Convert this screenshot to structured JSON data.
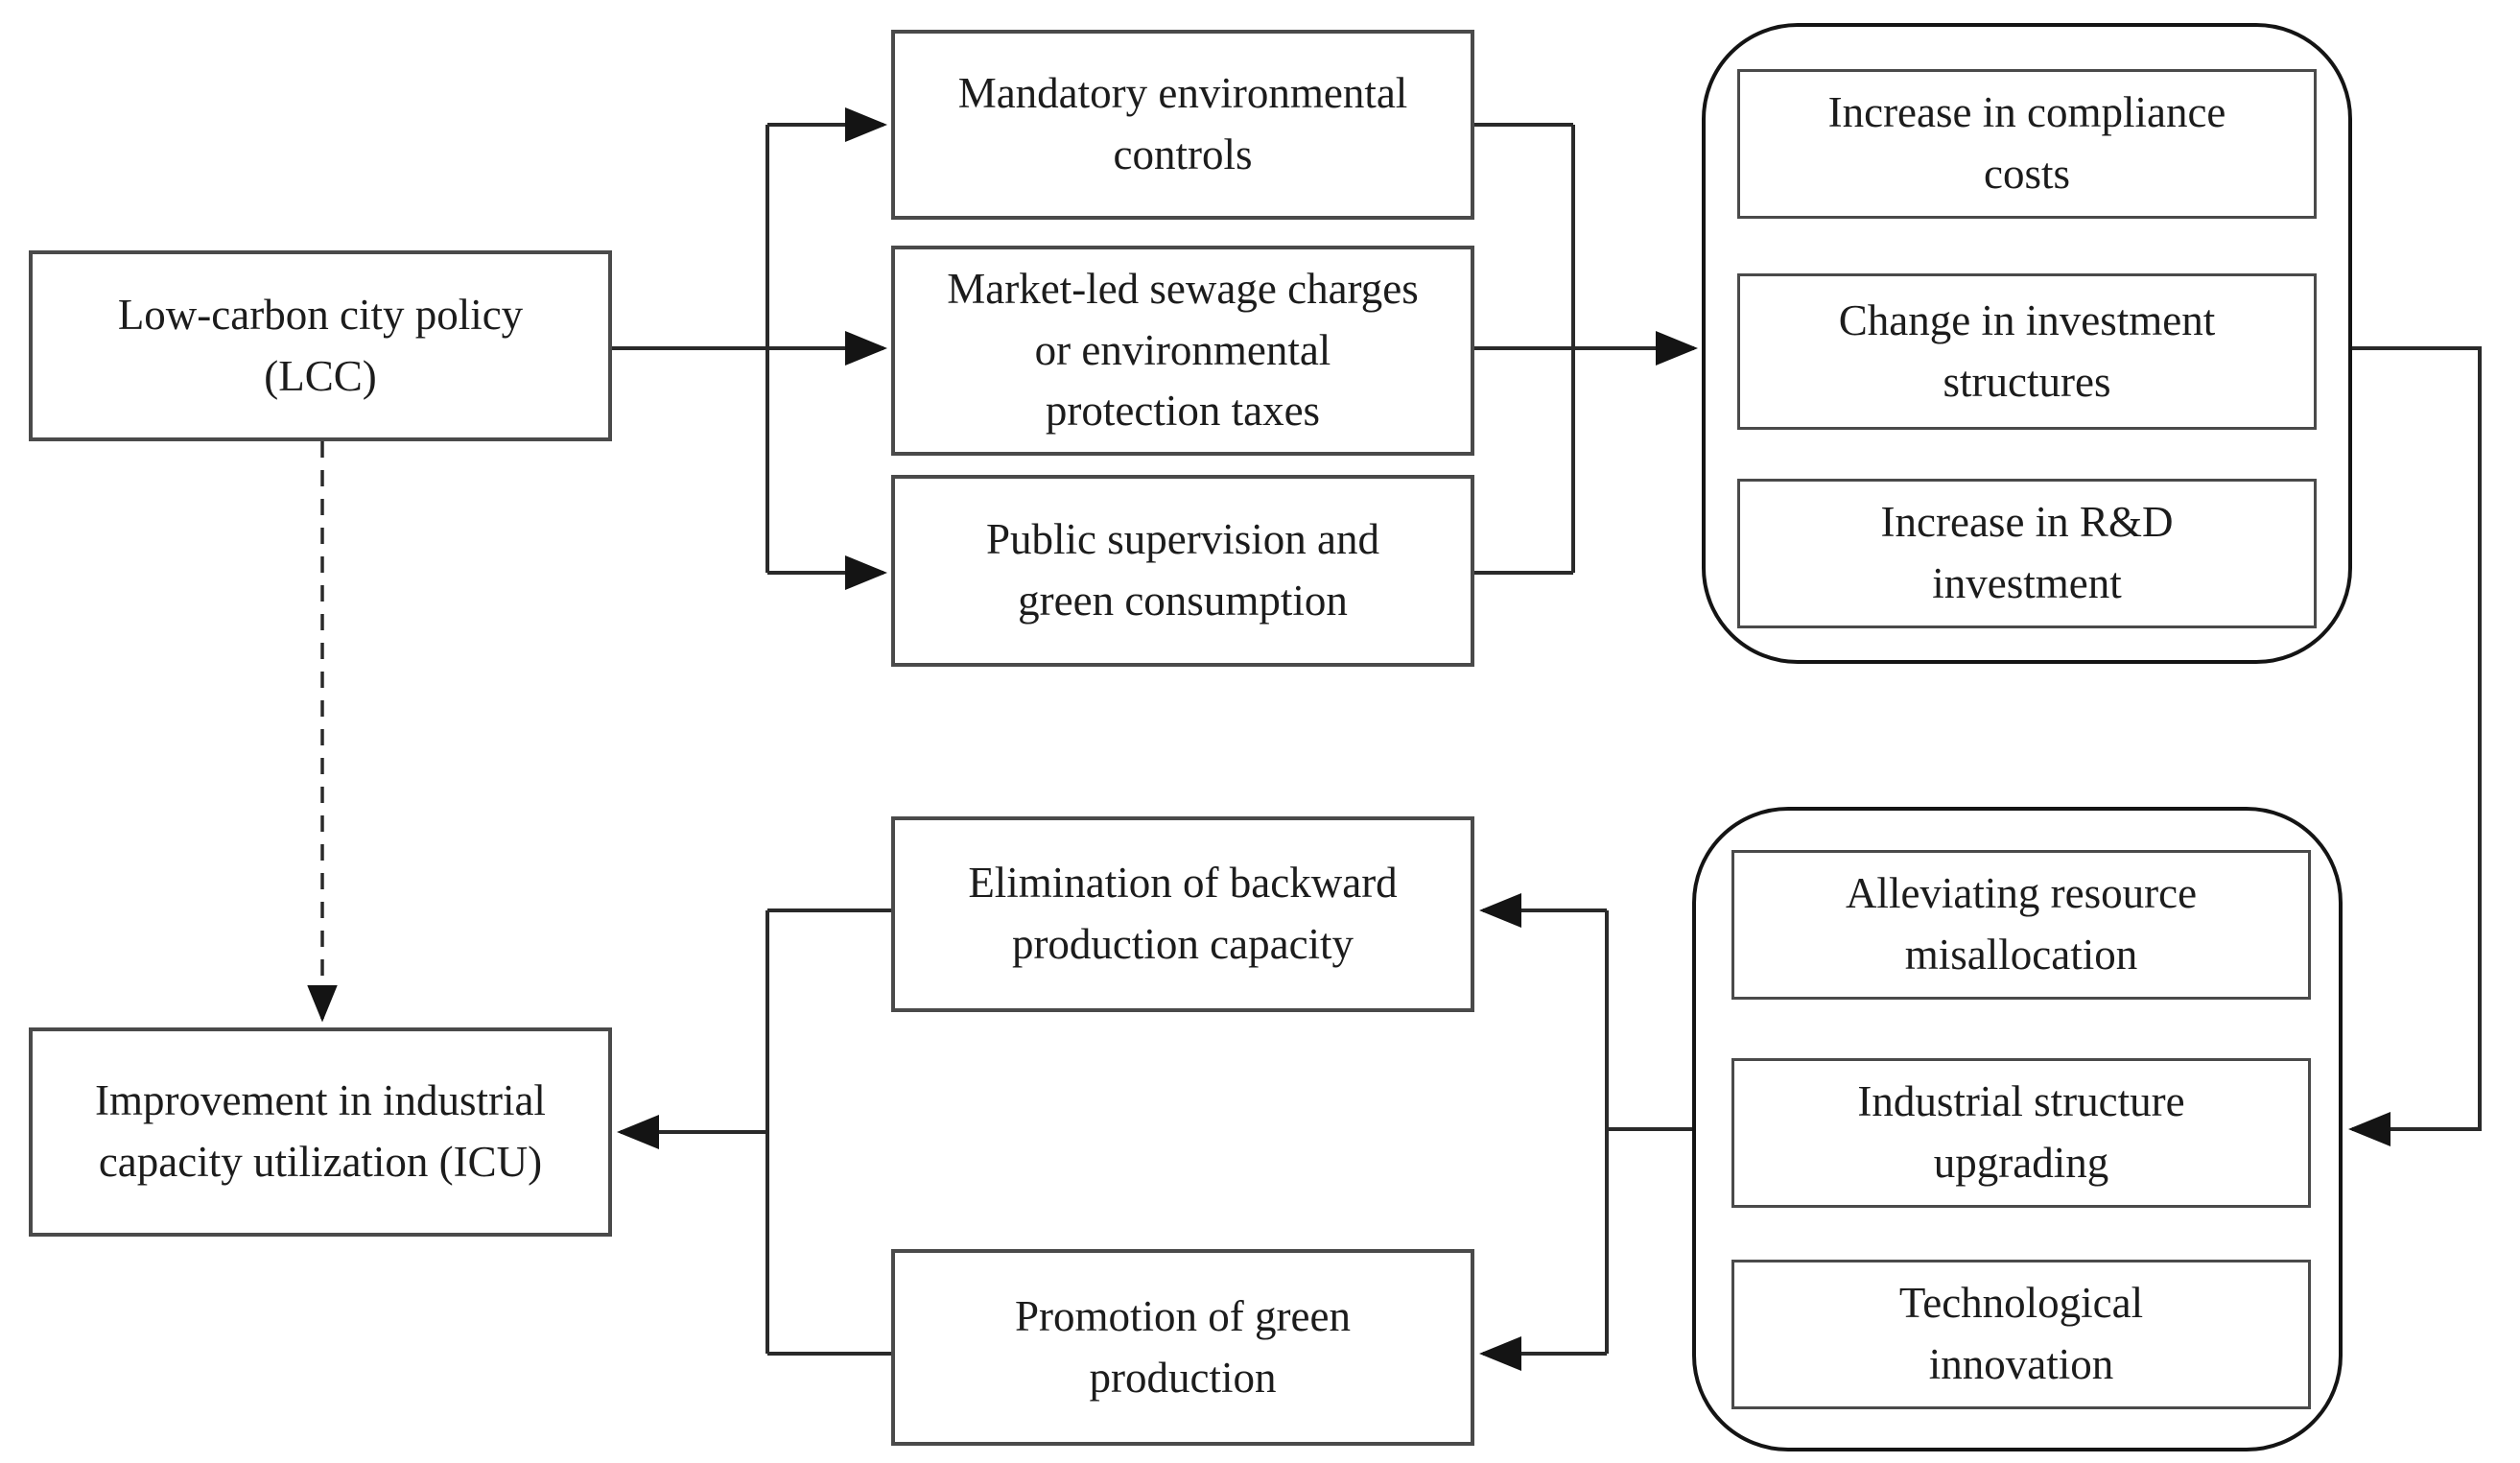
{
  "diagram": {
    "nodes": {
      "lcc": "Low-carbon city policy\n(LCC)",
      "icu": "Improvement in industrial\ncapacity utilization (ICU)",
      "mandatory": "Mandatory environmental\ncontrols",
      "market": "Market-led sewage charges\nor environmental\nprotection taxes",
      "public": "Public supervision and\ngreen consumption",
      "elimination": "Elimination of backward\nproduction capacity",
      "promotion": "Promotion of green\nproduction"
    },
    "investment_effects": [
      "Increase in compliance\ncosts",
      "Change in investment\nstructures",
      "Increase in R&D\ninvestment"
    ],
    "structural_effects": [
      "Alleviating resource\nmisallocation",
      "Industrial structure\nupgrading",
      "Technological\ninnovation"
    ],
    "colors": {
      "ink": "#1c1c1c",
      "box_border": "#4a4a4a",
      "group_border": "#141414",
      "line": "#2a2a2a",
      "background": "#ffffff"
    }
  }
}
